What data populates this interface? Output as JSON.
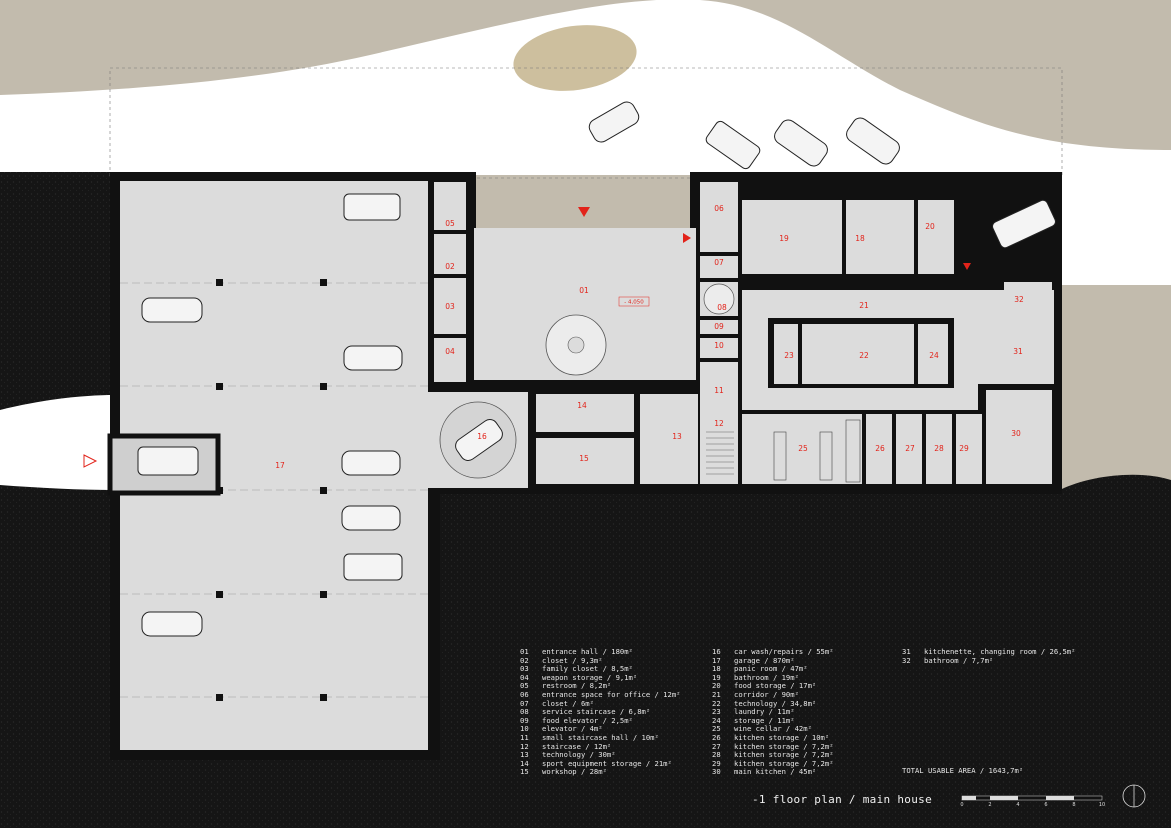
{
  "title": "-1 floor plan / main house",
  "total_area": "TOTAL USABLE AREA / 1643,7m²",
  "level_marker": "- 4,050",
  "scale_ticks": [
    "0",
    "2",
    "4",
    "6",
    "8",
    "10"
  ],
  "room_labels": [
    "01",
    "02",
    "03",
    "04",
    "05",
    "06",
    "07",
    "08",
    "09",
    "10",
    "11",
    "12",
    "13",
    "14",
    "15",
    "16",
    "17",
    "18",
    "19",
    "20",
    "21",
    "22",
    "23",
    "24",
    "25",
    "26",
    "27",
    "28",
    "29",
    "30",
    "31",
    "32"
  ],
  "legend": [
    {
      "num": "01",
      "text": "entrance hall / 180m²"
    },
    {
      "num": "02",
      "text": "closet / 9,3m²"
    },
    {
      "num": "03",
      "text": "family closet / 8,5m²"
    },
    {
      "num": "04",
      "text": "weapon storage / 9,1m²"
    },
    {
      "num": "05",
      "text": "restroom / 8,2m²"
    },
    {
      "num": "06",
      "text": "entrance space for office / 12m²"
    },
    {
      "num": "07",
      "text": "closet / 6m²"
    },
    {
      "num": "08",
      "text": "service staircase / 6,8m²"
    },
    {
      "num": "09",
      "text": "food elevator / 2,5m²"
    },
    {
      "num": "10",
      "text": "elevator / 4m²"
    },
    {
      "num": "11",
      "text": "small staircase hall / 10m²"
    },
    {
      "num": "12",
      "text": "staircase / 12m²"
    },
    {
      "num": "13",
      "text": "technology / 30m²"
    },
    {
      "num": "14",
      "text": "sport equipment storage / 21m²"
    },
    {
      "num": "15",
      "text": "workshop / 28m²"
    },
    {
      "num": "16",
      "text": "car wash/repairs / 55m²"
    },
    {
      "num": "17",
      "text": "garage / 870m²"
    },
    {
      "num": "18",
      "text": "panic room / 47m²"
    },
    {
      "num": "19",
      "text": "bathroom / 19m²"
    },
    {
      "num": "20",
      "text": "food storage / 17m²"
    },
    {
      "num": "21",
      "text": "corridor / 90m²"
    },
    {
      "num": "22",
      "text": "technology / 34,8m²"
    },
    {
      "num": "23",
      "text": "laundry / 11m²"
    },
    {
      "num": "24",
      "text": "storage / 11m²"
    },
    {
      "num": "25",
      "text": "wine cellar / 42m²"
    },
    {
      "num": "26",
      "text": "kitchen storage / 10m²"
    },
    {
      "num": "27",
      "text": "kitchen storage / 7,2m²"
    },
    {
      "num": "28",
      "text": "kitchen storage / 7,2m²"
    },
    {
      "num": "29",
      "text": "kitchen storage / 7,2m²"
    },
    {
      "num": "30",
      "text": "main kitchen / 45m²"
    },
    {
      "num": "31",
      "text": "kitchenette, changing room / 26,5m²"
    },
    {
      "num": "32",
      "text": "bathroom / 7,7m²"
    }
  ]
}
